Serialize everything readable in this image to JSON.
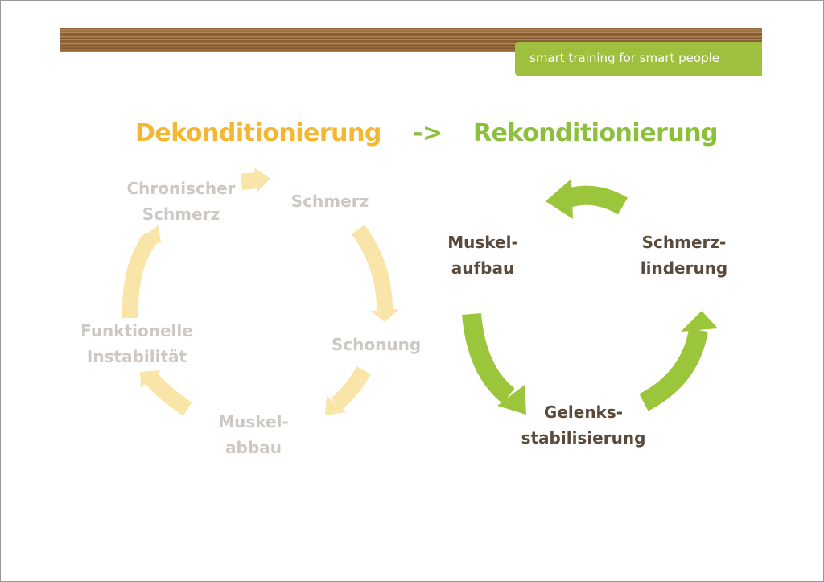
{
  "header": {
    "tagline": "smart training for smart people"
  },
  "titles": {
    "left": "Dekonditionierung",
    "arrow": "->",
    "right": "Rekonditionierung"
  },
  "left_cycle": {
    "items": [
      "Chronischer\nSchmerz",
      "Schmerz",
      "Schonung",
      "Muskel-\nabbau",
      "Funktionelle\nInstabilität"
    ]
  },
  "right_cycle": {
    "items": [
      "Muskel-\naufbau",
      "Schmerz-\nlinderung",
      "Gelenks-\nstabilisierung"
    ]
  },
  "colors": {
    "title_left": "#f4b731",
    "title_right": "#8cbf3a",
    "arrow_left": "#f9e5a8",
    "arrow_right": "#9bc63b",
    "label_faded": "#cdc8c2",
    "label_dark": "#5a4a3c"
  }
}
